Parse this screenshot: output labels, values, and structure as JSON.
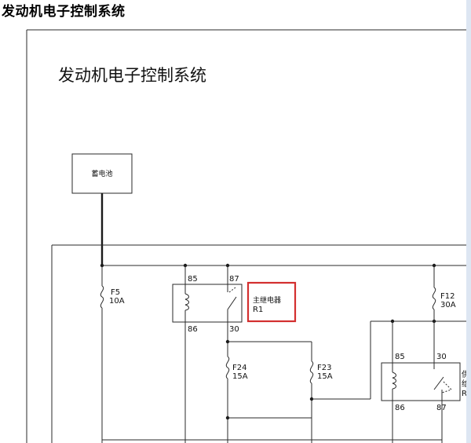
{
  "page": {
    "heading": "发动机电子控制系统"
  },
  "diagram": {
    "title": "发动机电子控制系统",
    "battery_label": "蓄电池",
    "fuses": [
      {
        "id": "F5",
        "rating": "10A"
      },
      {
        "id": "F24",
        "rating": "15A"
      },
      {
        "id": "F23",
        "rating": "15A"
      },
      {
        "id": "F12",
        "rating": "30A"
      }
    ],
    "main_relay": {
      "name": "主继电器",
      "code": "R1",
      "pins": {
        "p85": "85",
        "p87": "87",
        "p86": "86",
        "p30": "30"
      }
    },
    "second_relay": {
      "pins": {
        "p85": "85",
        "p30": "30",
        "p86": "86",
        "p87": "87"
      },
      "label_fragment_1": "供",
      "label_fragment_2": "给",
      "label_fragment_3": "R"
    },
    "highlight_color": "#d32f2f"
  }
}
